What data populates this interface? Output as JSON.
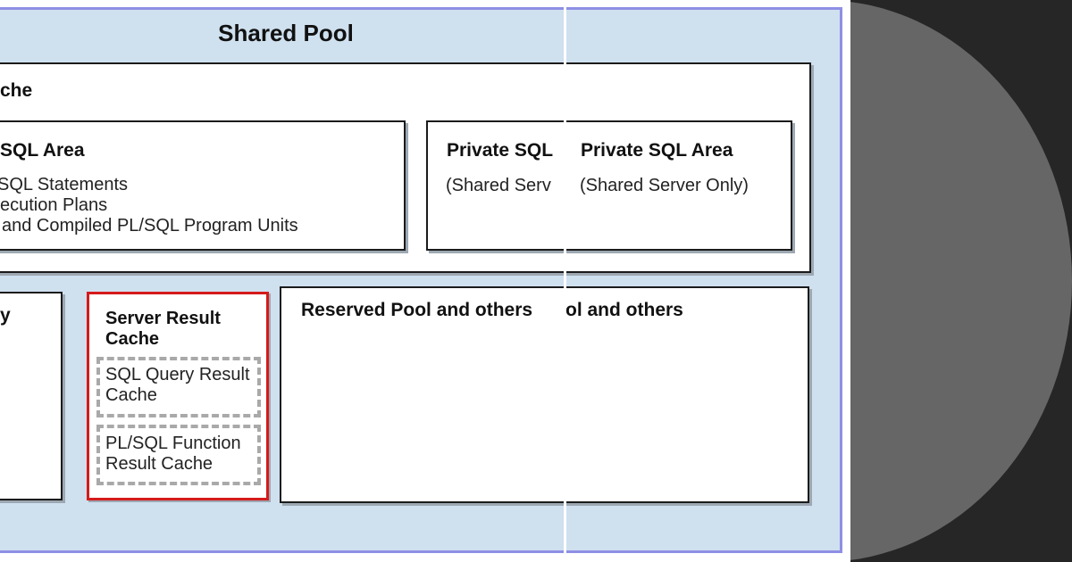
{
  "diagram": {
    "title": "Shared Pool",
    "library_cache_fragment": "che",
    "shared_sql_area": {
      "title_fragment": "SQL Area",
      "lines": [
        "SQL Statements",
        "ecution Plans",
        "and Compiled PL/SQL Program Units"
      ]
    },
    "private_sql_area": {
      "left_title": "Private SQL",
      "left_note": "(Shared Serv",
      "right_title": "Private SQL Area",
      "right_note": "(Shared Server Only)"
    },
    "data_dictionary_fragment": "y",
    "server_result_cache": {
      "title": "Server Result Cache",
      "sql_query": "SQL Query Result Cache",
      "plsql_function": "PL/SQL Function Result Cache"
    },
    "reserved_pool": {
      "left_text": "Reserved Pool and others",
      "right_text": "ol and others"
    }
  },
  "colors": {
    "pool_fill": "#cfe0ef",
    "pool_border": "#8e8fe4",
    "result_cache_border": "#d51a1a",
    "dashed_border": "#a9a9a9",
    "dark_background": "#262626",
    "circle": "#666666"
  }
}
